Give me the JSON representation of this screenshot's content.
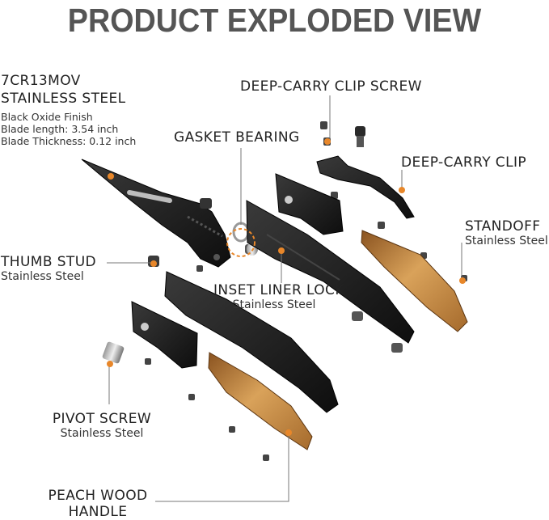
{
  "title": "PRODUCT EXPLODED VIEW",
  "steel": {
    "line1": "7CR13MOV",
    "line2": "STAINLESS STEEL",
    "finish": "Black Oxide Finish",
    "length": "Blade length:  3.54 inch",
    "thickness": "Blade Thickness:  0.12 inch"
  },
  "labels": {
    "clip_screw": "DEEP-CARRY CLIP SCREW",
    "gasket": "GASKET BEARING",
    "clip": "DEEP-CARRY CLIP",
    "standoff": "STANDOFF",
    "standoff_mat": "Stainless Steel",
    "thumb": "THUMB STUD",
    "thumb_mat": "Stainless Steel",
    "liner": "INSET LINER LOCK",
    "liner_mat": "Stainless Steel",
    "pivot": "PIVOT SCREW",
    "pivot_mat": "Stainless Steel",
    "handle1": "PEACH WOOD",
    "handle2": "HANDLE"
  },
  "colors": {
    "accent": "#e8872a",
    "steel_part": "#1c1c1c",
    "wood_light": "#d9a25a",
    "wood_dark": "#8a5320",
    "leader": "#777777"
  }
}
